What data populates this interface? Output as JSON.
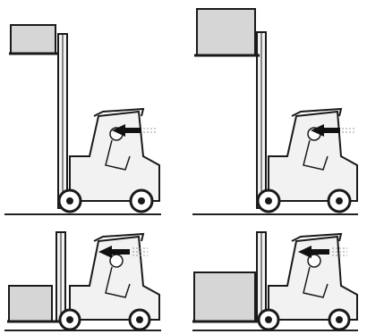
{
  "illustrations": [
    {
      "id": "forklift-high-lift-small-load",
      "load": "small",
      "mast": "raised"
    },
    {
      "id": "forklift-high-lift-large-load",
      "load": "large",
      "mast": "raised"
    },
    {
      "id": "forklift-low-lift-small-load",
      "load": "small",
      "mast": "lowered"
    },
    {
      "id": "forklift-low-lift-large-load",
      "load": "large",
      "mast": "lowered"
    }
  ],
  "colors": {
    "line": "#1a1a1a",
    "load_fill": "#d6d6d6",
    "body_fill": "#f2f2f2",
    "ground": "#222222",
    "arrow": "#111111",
    "background": "#ffffff"
  },
  "icons": [
    "forklift-icon",
    "load-box-icon",
    "direction-arrow-icon",
    "operator-figure-icon"
  ]
}
